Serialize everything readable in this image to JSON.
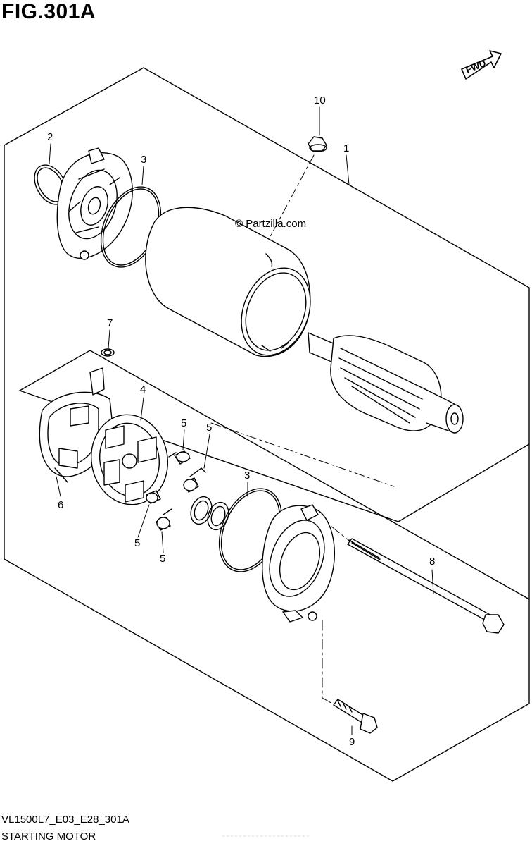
{
  "figure": {
    "title": "FIG.301A",
    "fwd_label": "FWD",
    "watermark": "© Partzilla.com",
    "model_code": "VL1500L7_E03_E28_301A",
    "section_title": "STARTING MOTOR"
  },
  "callouts": {
    "c1": "1",
    "c2": "2",
    "c3a": "3",
    "c3b": "3",
    "c4": "4",
    "c5a": "5",
    "c5b": "5",
    "c5c": "5",
    "c5d": "5",
    "c6": "6",
    "c7": "7",
    "c8": "8",
    "c9": "9",
    "c10": "10"
  }
}
